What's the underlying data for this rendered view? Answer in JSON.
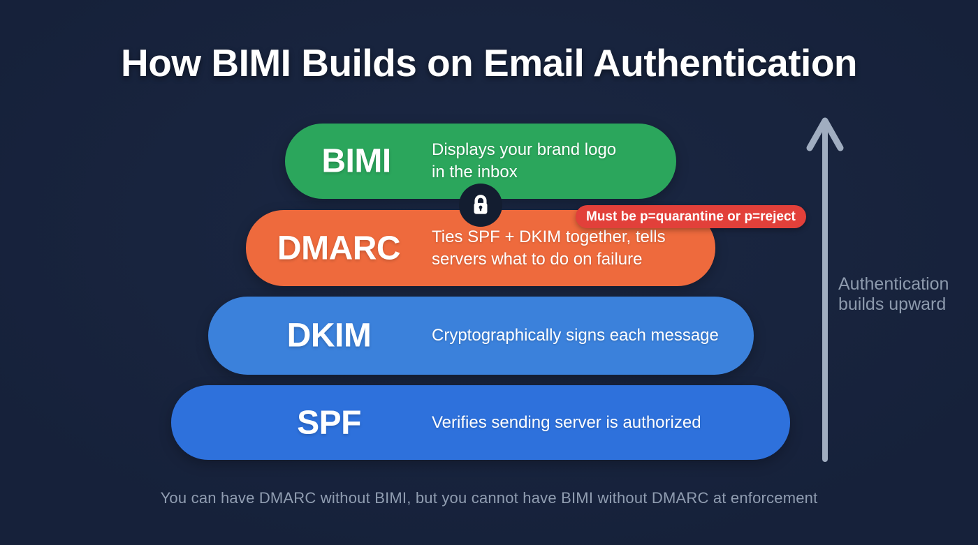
{
  "title": "How BIMI Builds on Email Authentication",
  "pyramid": {
    "layers": [
      {
        "label": "BIMI",
        "desc_lines": [
          "Displays your brand logo",
          "in the inbox"
        ],
        "color": "#2BA65C"
      },
      {
        "label": "DMARC",
        "desc_lines": [
          "Ties SPF + DKIM together, tells",
          "servers what to do on failure"
        ],
        "color": "#EE6A3D"
      },
      {
        "label": "DKIM",
        "desc_lines": [
          "Cryptographically signs each message"
        ],
        "color": "#3B81DB"
      },
      {
        "label": "SPF",
        "desc_lines": [
          "Verifies sending server is authorized"
        ],
        "color": "#2E71DC"
      }
    ],
    "lock_icon": "padlock",
    "badge": {
      "text": "Must be p=quarantine or p=reject",
      "color": "#E2403A"
    }
  },
  "arrow_annotation": {
    "direction": "up",
    "lines": [
      "Authentication",
      "builds upward"
    ]
  },
  "footnote": "You can have DMARC without BIMI, but you cannot have BIMI without DMARC at enforcement",
  "colors": {
    "background": "#16213A",
    "title_text": "#FFFFFF",
    "lock_circle": "#131D30",
    "lock_glyph": "#FFFFFF",
    "arrow": "#A0ADC0",
    "annotation_text": "#8D9AAD",
    "footnote_text": "#909DB1"
  }
}
